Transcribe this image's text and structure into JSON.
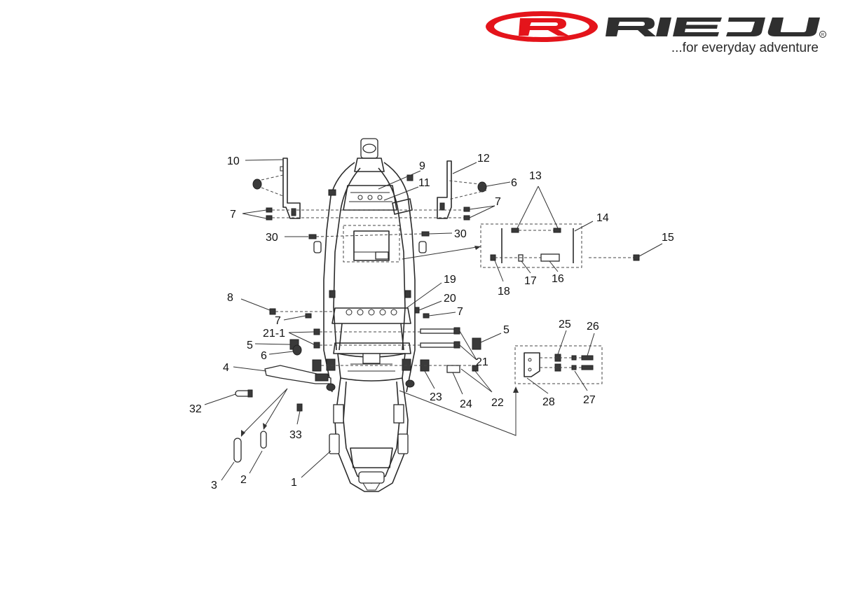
{
  "brand": {
    "name": "RIEJU",
    "tagline": "...for everyday adventure",
    "colors": {
      "red": "#e4141b",
      "dark": "#2f2f2f"
    }
  },
  "labels": {
    "l10": "10",
    "l12": "12",
    "l9": "9",
    "l11": "11",
    "l6a": "6",
    "l13": "13",
    "l7a": "7",
    "l7b": "7",
    "l14": "14",
    "l15": "15",
    "l30a": "30",
    "l30b": "30",
    "l16": "16",
    "l17": "17",
    "l18": "18",
    "l19": "19",
    "l8": "8",
    "l20": "20",
    "l7c": "7",
    "l7d": "7",
    "l5a": "5",
    "l21_1": "21-1",
    "l25": "25",
    "l26": "26",
    "l5b": "5",
    "l6b": "6",
    "l21": "21",
    "l4": "4",
    "l23": "23",
    "l24": "24",
    "l22": "22",
    "l28": "28",
    "l27": "27",
    "l32": "32",
    "l33": "33",
    "l1": "1",
    "l2": "2",
    "l3": "3"
  }
}
